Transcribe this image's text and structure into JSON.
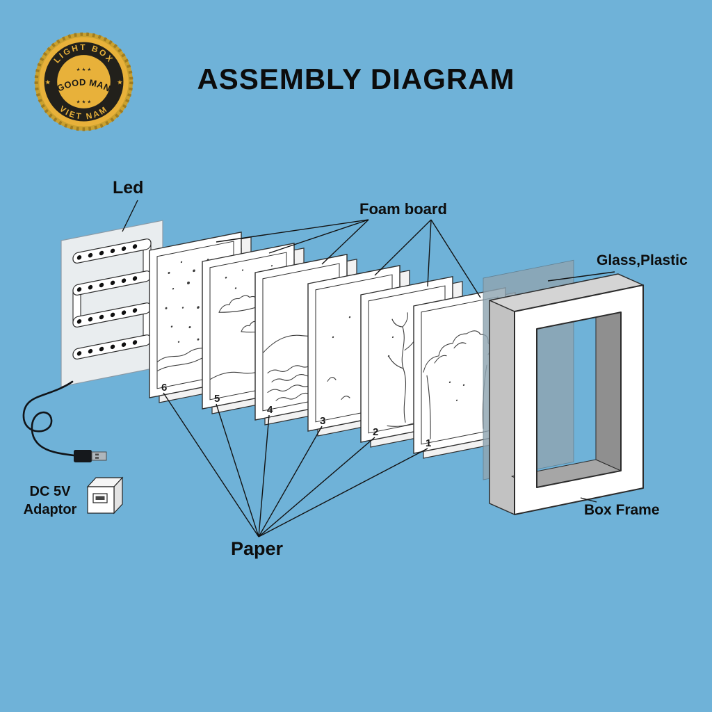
{
  "page": {
    "background": "#6FB2D8"
  },
  "title": "ASSEMBLY DIAGRAM",
  "logo": {
    "arc_top": "LIGHT BOX",
    "name": "GOOD MAN",
    "arc_bottom": "VIET NAM",
    "star_left": "★",
    "star_right": "★",
    "stars_top": "★ ★ ★",
    "stars_bottom": "★ ★ ★",
    "gold": "#E8B13A",
    "dark": "#22201B"
  },
  "labels": {
    "led": "Led",
    "foam_board": "Foam board",
    "glass_plastic": "Glass,Plastic",
    "box_frame": "Box Frame",
    "paper": "Paper",
    "dc": "DC 5V",
    "adaptor": "Adaptor"
  },
  "layers": [
    "6",
    "5",
    "4",
    "3",
    "2",
    "1"
  ]
}
